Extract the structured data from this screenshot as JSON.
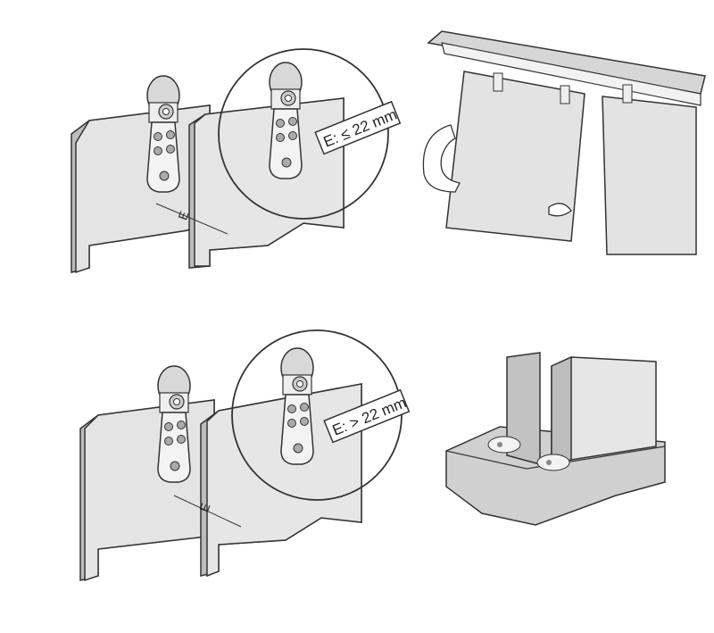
{
  "panels": {
    "top_left": {
      "label": "E: ≤ 22 mm",
      "dimension": "E"
    },
    "bottom_left": {
      "label": "E: > 22 mm",
      "dimension": "E"
    }
  },
  "colors": {
    "face": "#e6e6e6",
    "side": "#bdbdbd",
    "line": "#333333",
    "metal": "#f2f2f2"
  }
}
